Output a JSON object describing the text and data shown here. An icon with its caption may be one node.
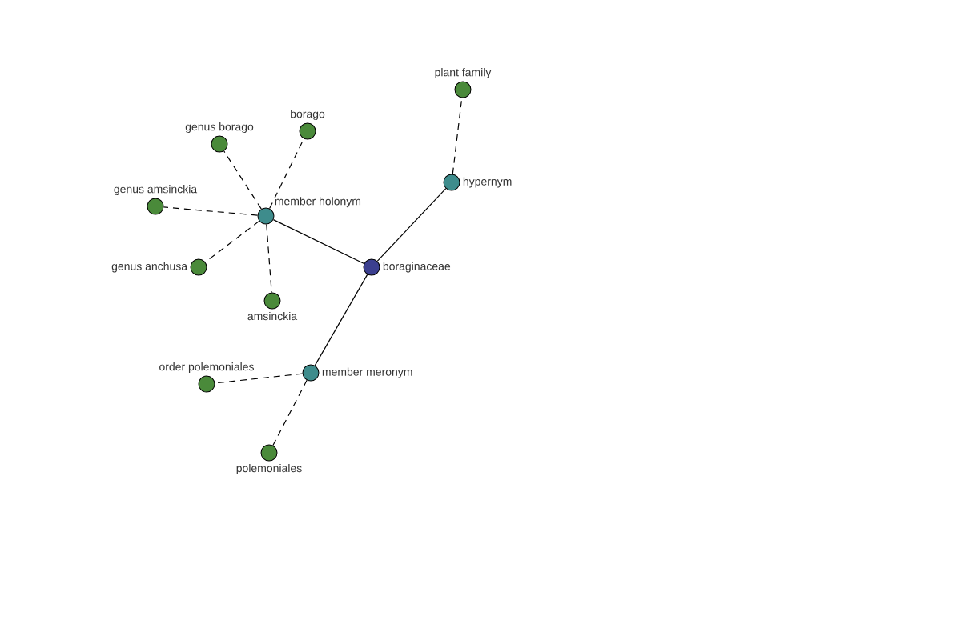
{
  "diagram": {
    "nodes": [
      {
        "text": [
          "boraginaceae"
        ]
      },
      {
        "text": [
          "hypernym"
        ]
      },
      {
        "text": [
          "plant family"
        ]
      },
      {
        "text": [
          "member holonym"
        ]
      },
      {
        "text": [
          "genus borago"
        ]
      },
      {
        "text": [
          "borago"
        ]
      },
      {
        "text": [
          "genus amsinckia"
        ]
      },
      {
        "text": [
          "genus anchusa"
        ]
      },
      {
        "text": [
          "amsinckia"
        ]
      },
      {
        "text": [
          "member meronym"
        ]
      },
      {
        "text": [
          "order polemoniales"
        ]
      },
      {
        "text": [
          "polemoniales"
        ]
      }
    ],
    "edges": [
      {
        "from": 0,
        "to": 1,
        "arrow": "none"
      },
      {
        "from": 1,
        "to": 2,
        "arrow": "none",
        "style": "dashed"
      },
      {
        "from": 0,
        "to": 3,
        "arrow": "none"
      },
      {
        "from": 3,
        "to": 4,
        "arrow": "none",
        "style": "dashed"
      },
      {
        "from": 3,
        "to": 5,
        "arrow": "none",
        "style": "dashed"
      },
      {
        "from": 3,
        "to": 6,
        "arrow": "none",
        "style": "dashed"
      },
      {
        "from": 3,
        "to": 7,
        "arrow": "none",
        "style": "dashed"
      },
      {
        "from": 3,
        "to": 8,
        "arrow": "none",
        "style": "dashed"
      },
      {
        "from": 0,
        "to": 9,
        "arrow": "none"
      },
      {
        "from": 9,
        "to": 10,
        "arrow": "none",
        "style": "dashed"
      },
      {
        "from": 9,
        "to": 11,
        "arrow": "none",
        "style": "dashed"
      }
    ]
  }
}
